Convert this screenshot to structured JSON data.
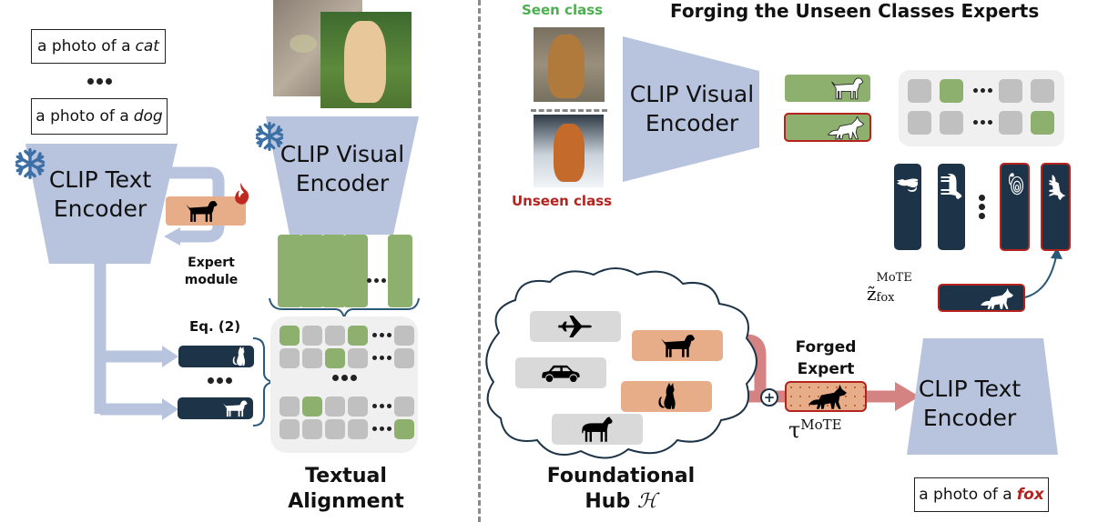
{
  "left_panel": {
    "prompts": [
      {
        "prefix": "a photo of a",
        "word": "cat"
      },
      {
        "prefix": "a photo of a",
        "word": "dog"
      }
    ],
    "text_encoder": {
      "line1": "CLIP Text",
      "line2": "Encoder",
      "state": "frozen"
    },
    "visual_encoder": {
      "line1": "CLIP Visual",
      "line2": "Encoder",
      "state": "frozen"
    },
    "expert_module": {
      "line1": "Expert",
      "line2": "module",
      "icon": "dog-icon",
      "state": "trainable"
    },
    "equation_label": "Eq. (2)",
    "text_embeddings": [
      "cat-icon",
      "dog-icon"
    ],
    "input_images": [
      "cat photo",
      "dog photo"
    ],
    "similarity_grid": {
      "rows": [
        [
          1,
          0,
          0,
          1,
          "dots",
          0
        ],
        [
          0,
          0,
          1,
          0,
          "dots",
          0
        ],
        "dots",
        [
          0,
          1,
          0,
          0,
          "dots",
          0
        ],
        [
          0,
          0,
          0,
          0,
          "dots",
          1
        ]
      ]
    },
    "caption": {
      "line1": "Textual",
      "line2": "Alignment"
    }
  },
  "right_panel": {
    "title": "Forging the Unseen Classes Experts",
    "seen_label": "Seen class",
    "unseen_label": "Unseen class",
    "colors": {
      "seen": "#4caf50",
      "unseen": "#b5231f",
      "match": "#8db06f",
      "encoder": "#b8c4de",
      "navy": "#1d3448",
      "flow": "#d48282"
    },
    "visual_encoder": {
      "line1": "CLIP Visual",
      "line2": "Encoder"
    },
    "image_embeddings": [
      {
        "icon": "dog-icon",
        "class": "seen"
      },
      {
        "icon": "fox-icon",
        "class": "unseen"
      }
    ],
    "similarity_grid": {
      "rows": [
        [
          0,
          1,
          "dots",
          0,
          0
        ],
        [
          0,
          0,
          "dots",
          0,
          1
        ]
      ]
    },
    "text_embeddings": [
      {
        "icon": "cat-icon",
        "highlight": false
      },
      {
        "icon": "horse-icon",
        "highlight": false
      },
      {
        "icon": "snail-icon",
        "highlight": true
      },
      {
        "icon": "fox-icon",
        "highlight": true
      }
    ],
    "fox_embedding": {
      "symbol": "z̃",
      "superscript": "MoTE",
      "subscript": "fox"
    },
    "hub": {
      "experts": [
        {
          "icon": "airplane-icon",
          "selected": false
        },
        {
          "icon": "dog-icon",
          "selected": true
        },
        {
          "icon": "car-icon",
          "selected": false
        },
        {
          "icon": "cat-icon",
          "selected": true
        },
        {
          "icon": "horse-icon",
          "selected": false
        }
      ],
      "caption_line1": "Foundational",
      "caption_line2": "Hub",
      "caption_symbol": "ℋ"
    },
    "forged_expert": {
      "line1": "Forged",
      "line2": "Expert",
      "icon": "fox-icon",
      "symbol": "τ",
      "superscript": "MoTE"
    },
    "text_encoder": {
      "line1": "CLIP Text",
      "line2": "Encoder"
    },
    "prompt": {
      "prefix": "a photo of a",
      "word": "fox"
    }
  }
}
